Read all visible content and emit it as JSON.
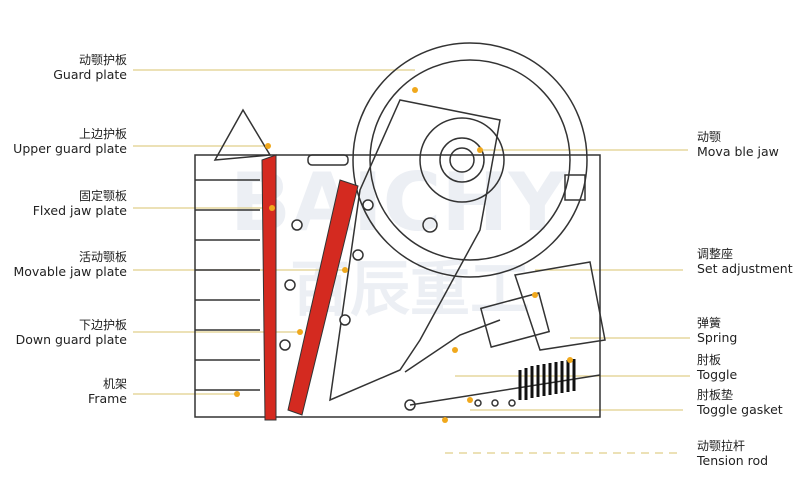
{
  "colors": {
    "plate": "#d42a20",
    "leader": "#e0cf8a",
    "marker": "#f0a81c",
    "line": "#333333"
  },
  "labels_left": [
    {
      "zh": "动颚护板",
      "en": "Guard plate"
    },
    {
      "zh": "上边护板",
      "en": "Upper guard plate"
    },
    {
      "zh": "固定颚板",
      "en": "Flxed jaw plate"
    },
    {
      "zh": "活动颚板",
      "en": "Movable jaw plate"
    },
    {
      "zh": "下边护板",
      "en": "Down guard plate"
    },
    {
      "zh": "机架",
      "en": "Frame"
    }
  ],
  "labels_right": [
    {
      "zh": "动颚",
      "en": "Mova ble jaw"
    },
    {
      "zh": "调整座",
      "en": "Set adjustment"
    },
    {
      "zh": "弹簧",
      "en": "Spring"
    },
    {
      "zh": "肘板",
      "en": "Toggle"
    },
    {
      "zh": "肘板垫",
      "en": "Toggle gasket"
    },
    {
      "zh": "动颚拉杆",
      "en": "Tension rod"
    }
  ],
  "watermark": "BAICHY 百辰重工"
}
